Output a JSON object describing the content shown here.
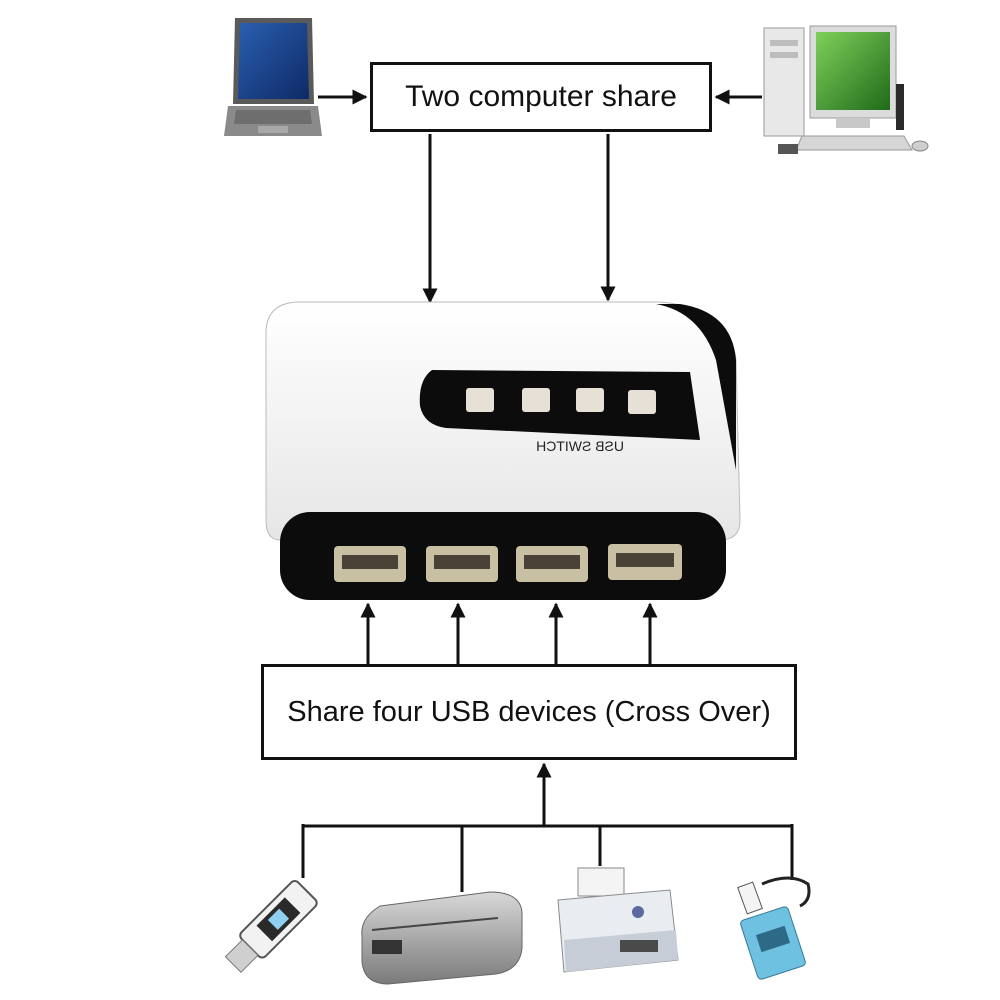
{
  "diagram": {
    "top_label": "Two computer share",
    "bottom_label": "Share four USB devices (Cross Over)",
    "device_label": "USB SWITCH",
    "port_count": 4,
    "computers": [
      "laptop-icon",
      "desktop-computer-icon"
    ],
    "peripherals": [
      "usb-flash-drive-icon",
      "external-hard-drive-icon",
      "printer-icon",
      "card-reader-icon"
    ],
    "colors": {
      "line": "#111111",
      "device_body": "#f4f4f4",
      "device_accent": "#0c0c0c",
      "port_metal": "#c9bfa2"
    }
  }
}
